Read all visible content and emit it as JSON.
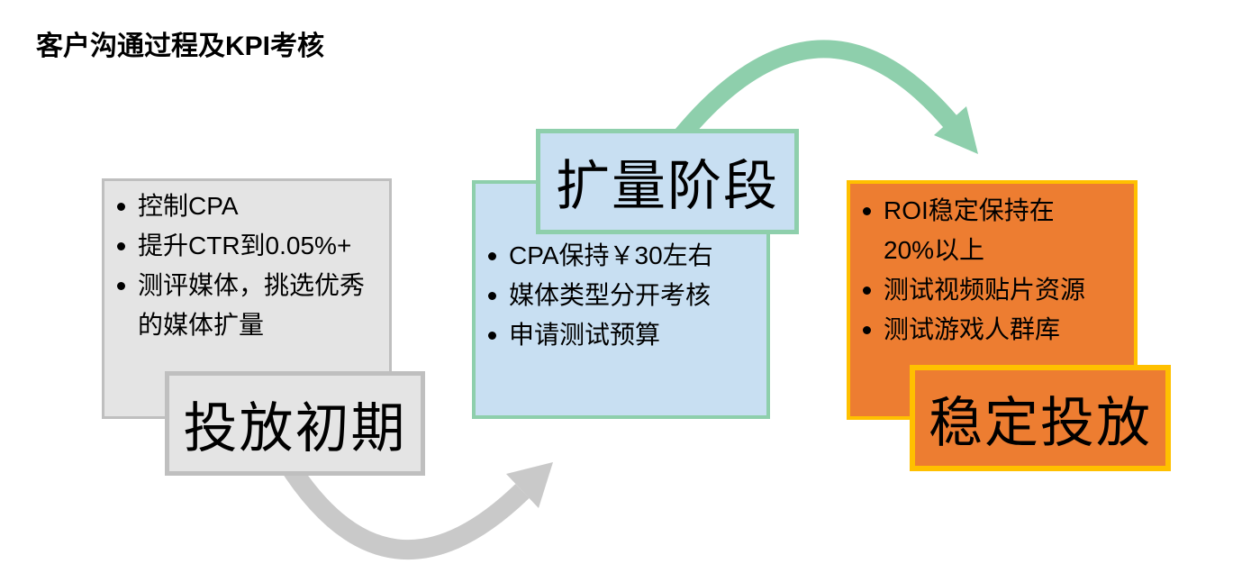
{
  "title": "客户沟通过程及KPI考核",
  "colors": {
    "gray_fill": "#E4E4E4",
    "gray_border": "#BFBFBF",
    "gray_arrow": "#C9C9C9",
    "blue_fill": "#C8DFF2",
    "teal_border": "#8ECFAC",
    "teal_arrow": "#8ECFAC",
    "orange_fill": "#ED7D31",
    "gold_border": "#FFC000",
    "text": "#000000"
  },
  "stages": [
    {
      "label": "投放初期",
      "bullets": [
        "控制CPA",
        "提升CTR到0.05%+",
        "测评媒体，挑选优秀\n的媒体扩量"
      ]
    },
    {
      "label": "扩量阶段",
      "bullets": [
        "CPA保持￥30左右",
        "媒体类型分开考核",
        "申请测试预算"
      ]
    },
    {
      "label": "稳定投放",
      "bullets": [
        "ROI稳定保持在\n20%以上",
        "测试视频贴片资源",
        "测试游戏人群库"
      ]
    }
  ]
}
